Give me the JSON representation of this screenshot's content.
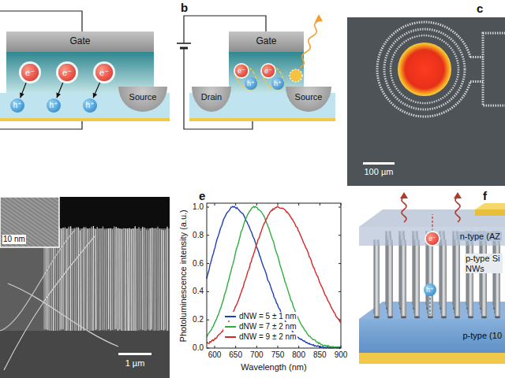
{
  "diagram": {
    "nodes": [
      {
        "text": [
          "Gate"
        ]
      },
      {
        "text": [
          "e⁻"
        ]
      },
      {
        "text": [
          "e⁻"
        ]
      },
      {
        "text": [
          "e⁻"
        ]
      },
      {
        "text": [
          "h⁺"
        ]
      },
      {
        "text": [
          "h⁺"
        ]
      },
      {
        "text": [
          "h⁺"
        ]
      },
      {
        "text": [
          "Source"
        ]
      },
      {
        "text": [
          "Gate"
        ]
      },
      {
        "text": [
          "Drain"
        ]
      },
      {
        "text": [
          "Source"
        ]
      },
      {
        "text": [
          "e⁻"
        ]
      },
      {
        "text": [
          "h⁺"
        ]
      },
      {
        "text": [
          "e⁻"
        ]
      },
      {
        "text": [
          "h⁺"
        ]
      },
      {
        "text": [
          "n-type (AZ"
        ]
      },
      {
        "text": [
          "e⁻"
        ]
      },
      {
        "text": [
          "h⁺"
        ]
      },
      {
        "text": [
          "p-type (10"
        ]
      }
    ],
    "edges": [
      {
        "from": 1,
        "to": 4,
        "arrow": "to"
      },
      {
        "from": 2,
        "to": 5,
        "arrow": "to"
      },
      {
        "from": 3,
        "to": 6,
        "arrow": "to"
      }
    ],
    "labels": [
      "b",
      "c",
      "100 µm",
      "10 nm",
      "1 µm",
      "e",
      "Photoluminescence intensity (a.u.)",
      "Wavelength (nm)",
      "1.0",
      "0.8",
      "0.6",
      "0.4",
      "0.2",
      "0.0",
      "600",
      "650",
      "700",
      "750",
      "800",
      "850",
      "900",
      "f",
      "p-type Si NWs"
    ],
    "legend": [
      {
        "text": "dNW = 5 ± 1 nm"
      },
      {
        "text": "dNW = 7 ± 2 nm"
      },
      {
        "text": "dNW = 9 ± 2 nm"
      }
    ]
  }
}
